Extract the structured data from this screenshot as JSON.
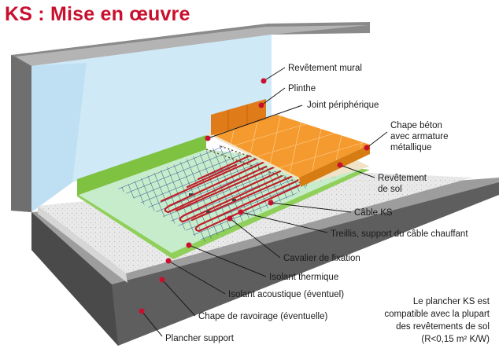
{
  "title": "KS : Mise en œuvre",
  "labels": {
    "revetement_mural": "Revêtement mural",
    "plinthe": "Plinthe",
    "joint_peripherique": "Joint périphérique",
    "chape_beton_1": "Chape béton",
    "chape_beton_2": "avec armature",
    "chape_beton_3": "métallique",
    "revetement_sol_1": "Revêtement",
    "revetement_sol_2": "de sol",
    "cable_ks": "Câble KS",
    "treillis": "Treillis, support du câble chauffant",
    "cavalier": "Cavalier de fixation",
    "isolant_thermique": "Isolant thermique",
    "isolant_acoustique": "Isolant acoustique (éventuel)",
    "chape_ravoirage": "Chape de ravoirage (éventuelle)",
    "plancher_support": "Plancher support"
  },
  "note": {
    "line1": "Le plancher KS est",
    "line2": "compatible avec la plupart",
    "line3": "des revêtements de sol",
    "line4": "(R<0,15 m² K/W)"
  },
  "colors": {
    "title": "#c8102e",
    "marker": "#c8102e",
    "wall": "#cfe9f7",
    "concrete": "#8e8e8e",
    "green": "#7fc241",
    "tiles": "#f59a2e",
    "plinthe": "#e07b1a",
    "cable": "#c0202a",
    "mesh": "#1f3a8a"
  }
}
